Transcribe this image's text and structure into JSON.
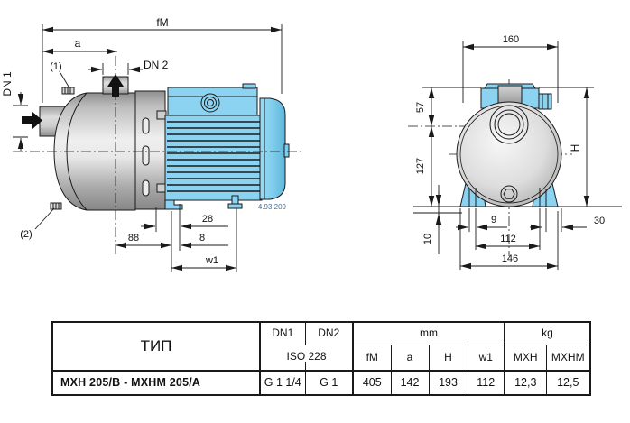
{
  "diagram": {
    "side_view": {
      "dim_fm": "fM",
      "dim_a": "a",
      "dim_dn2": "DN 2",
      "dim_dn1": "DN 1",
      "callout_1": "(1)",
      "callout_2": "(2)",
      "dim_28": "28",
      "dim_88": "88",
      "dim_8": "8",
      "dim_w1": "w1",
      "ref_code": "4.93.209"
    },
    "front_view": {
      "dim_160": "160",
      "dim_57": "57",
      "dim_127": "127",
      "dim_h": "H",
      "dim_9": "9",
      "dim_30": "30",
      "dim_10": "10",
      "dim_112": "112",
      "dim_146": "146"
    },
    "colors": {
      "motor_blue": "#8bd3f1",
      "line_black": "#1a1a1a",
      "ref_text_blue": "#4a6f9e"
    }
  },
  "table": {
    "header": {
      "type": "ТИП",
      "dn1": "DN1",
      "dn2": "DN2",
      "iso": "ISO 228",
      "mm": "mm",
      "kg": "kg",
      "sub": [
        "fM",
        "a",
        "H",
        "w1",
        "MXH",
        "MXHM"
      ]
    },
    "row": {
      "type": "MXH 205/B - MXHM 205/A",
      "dn1": "G 1 1/4",
      "dn2": "G 1",
      "fm": "405",
      "a": "142",
      "h": "193",
      "w1": "112",
      "mxh": "12,3",
      "mxhm": "12,5"
    }
  }
}
